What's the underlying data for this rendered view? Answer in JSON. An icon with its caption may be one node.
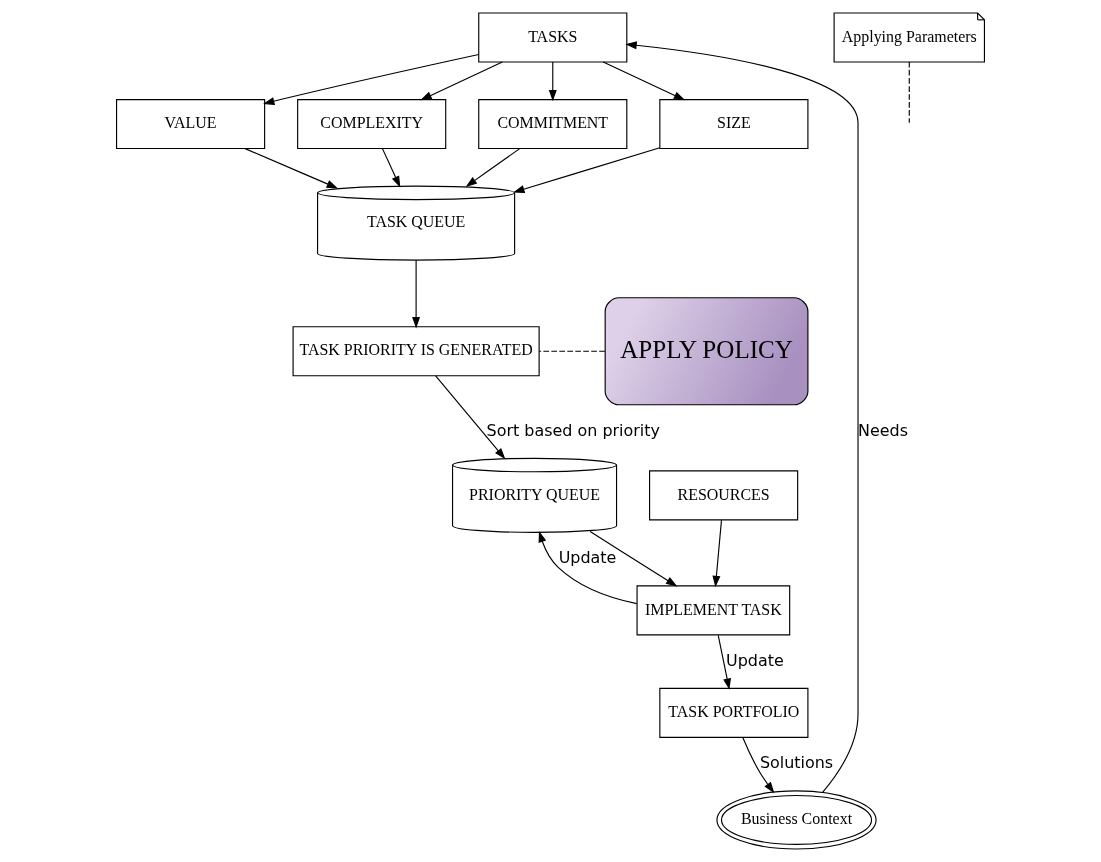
{
  "diagram": {
    "nodes": [
      {
        "text": [
          "TASKS"
        ]
      },
      {
        "text": [
          "Applying Parameters"
        ]
      },
      {
        "text": [
          "SIZE"
        ]
      },
      {
        "text": [
          "VALUE"
        ]
      },
      {
        "text": [
          "COMPLEXITY"
        ]
      },
      {
        "text": [
          "COMMITMENT"
        ]
      },
      {
        "text": [
          "TASK QUEUE"
        ]
      },
      {
        "text": [
          "TASK PRIORITY IS GENERATED"
        ]
      },
      {
        "text": [
          "APPLY POLICY"
        ]
      },
      {
        "text": [
          "PRIORITY QUEUE"
        ]
      },
      {
        "text": [
          "RESOURCES"
        ]
      },
      {
        "text": [
          "IMPLEMENT TASK"
        ]
      },
      {
        "text": [
          "TASK PORTFOLIO"
        ]
      },
      {
        "text": [
          "Business Context"
        ]
      }
    ],
    "edges": [
      {
        "from": 0,
        "to": 2,
        "arrow": "to"
      },
      {
        "from": 0,
        "to": 3,
        "arrow": "to"
      },
      {
        "from": 0,
        "to": 4,
        "arrow": "to"
      },
      {
        "from": 0,
        "to": 5,
        "arrow": "to"
      },
      {
        "from": 1,
        "to": null,
        "arrow": "none",
        "style": "dashed"
      },
      {
        "from": 2,
        "to": 6,
        "arrow": "to"
      },
      {
        "from": 3,
        "to": 6,
        "arrow": "to"
      },
      {
        "from": 4,
        "to": 6,
        "arrow": "to"
      },
      {
        "from": 5,
        "to": 6,
        "arrow": "to"
      },
      {
        "from": 6,
        "to": 7,
        "arrow": "to"
      },
      {
        "from": 8,
        "to": 7,
        "arrow": "none",
        "style": "dashed"
      },
      {
        "from": 7,
        "to": 9,
        "arrow": "to",
        "label": "Sort based on priority"
      },
      {
        "from": 9,
        "to": 11,
        "arrow": "to"
      },
      {
        "from": 10,
        "to": 11,
        "arrow": "to"
      },
      {
        "from": 11,
        "to": 9,
        "arrow": "to",
        "label": "Update"
      },
      {
        "from": 11,
        "to": 12,
        "arrow": "to",
        "label": "Update"
      },
      {
        "from": 12,
        "to": 13,
        "arrow": "to",
        "label": "Solutions"
      },
      {
        "from": 13,
        "to": 0,
        "arrow": "to",
        "label": "Needs"
      }
    ]
  }
}
